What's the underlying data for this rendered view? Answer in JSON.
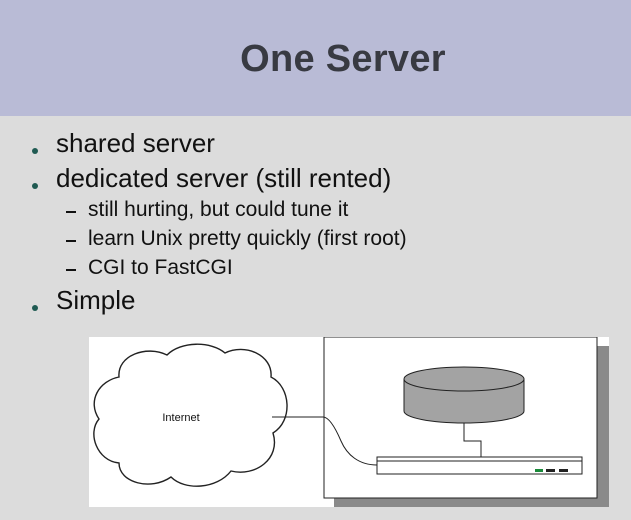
{
  "slide": {
    "title": "One Server",
    "bullets": [
      {
        "text": "shared server"
      },
      {
        "text": "dedicated server (still rented)"
      },
      {
        "text": "Simple"
      }
    ],
    "sub_bullets": [
      {
        "text": "still hurting, but could tune it"
      },
      {
        "text": "learn Unix pretty quickly (first root)"
      },
      {
        "text": "CGI to FastCGI"
      }
    ]
  },
  "diagram": {
    "cloud_label": "Internet"
  }
}
